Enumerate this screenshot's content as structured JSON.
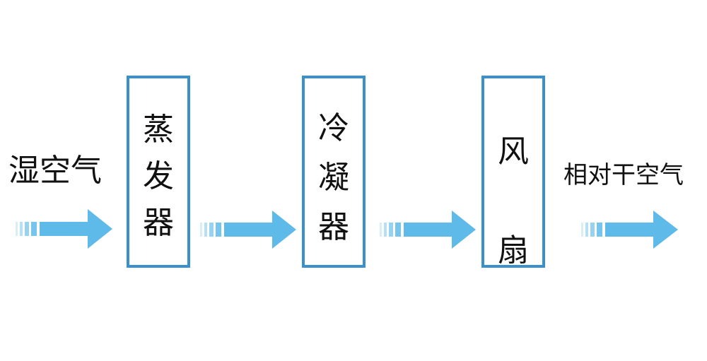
{
  "input_label": "湿空气",
  "output_label": "相对干空气",
  "components": [
    {
      "id": "evaporator",
      "text": "蒸\n发\n器"
    },
    {
      "id": "condenser",
      "text": "冷\n凝\n器"
    },
    {
      "id": "fan",
      "text": "风\n扇"
    }
  ],
  "colors": {
    "box_border": "#3a8fcd",
    "arrow": "#5ebbe9",
    "text": "#111111"
  }
}
